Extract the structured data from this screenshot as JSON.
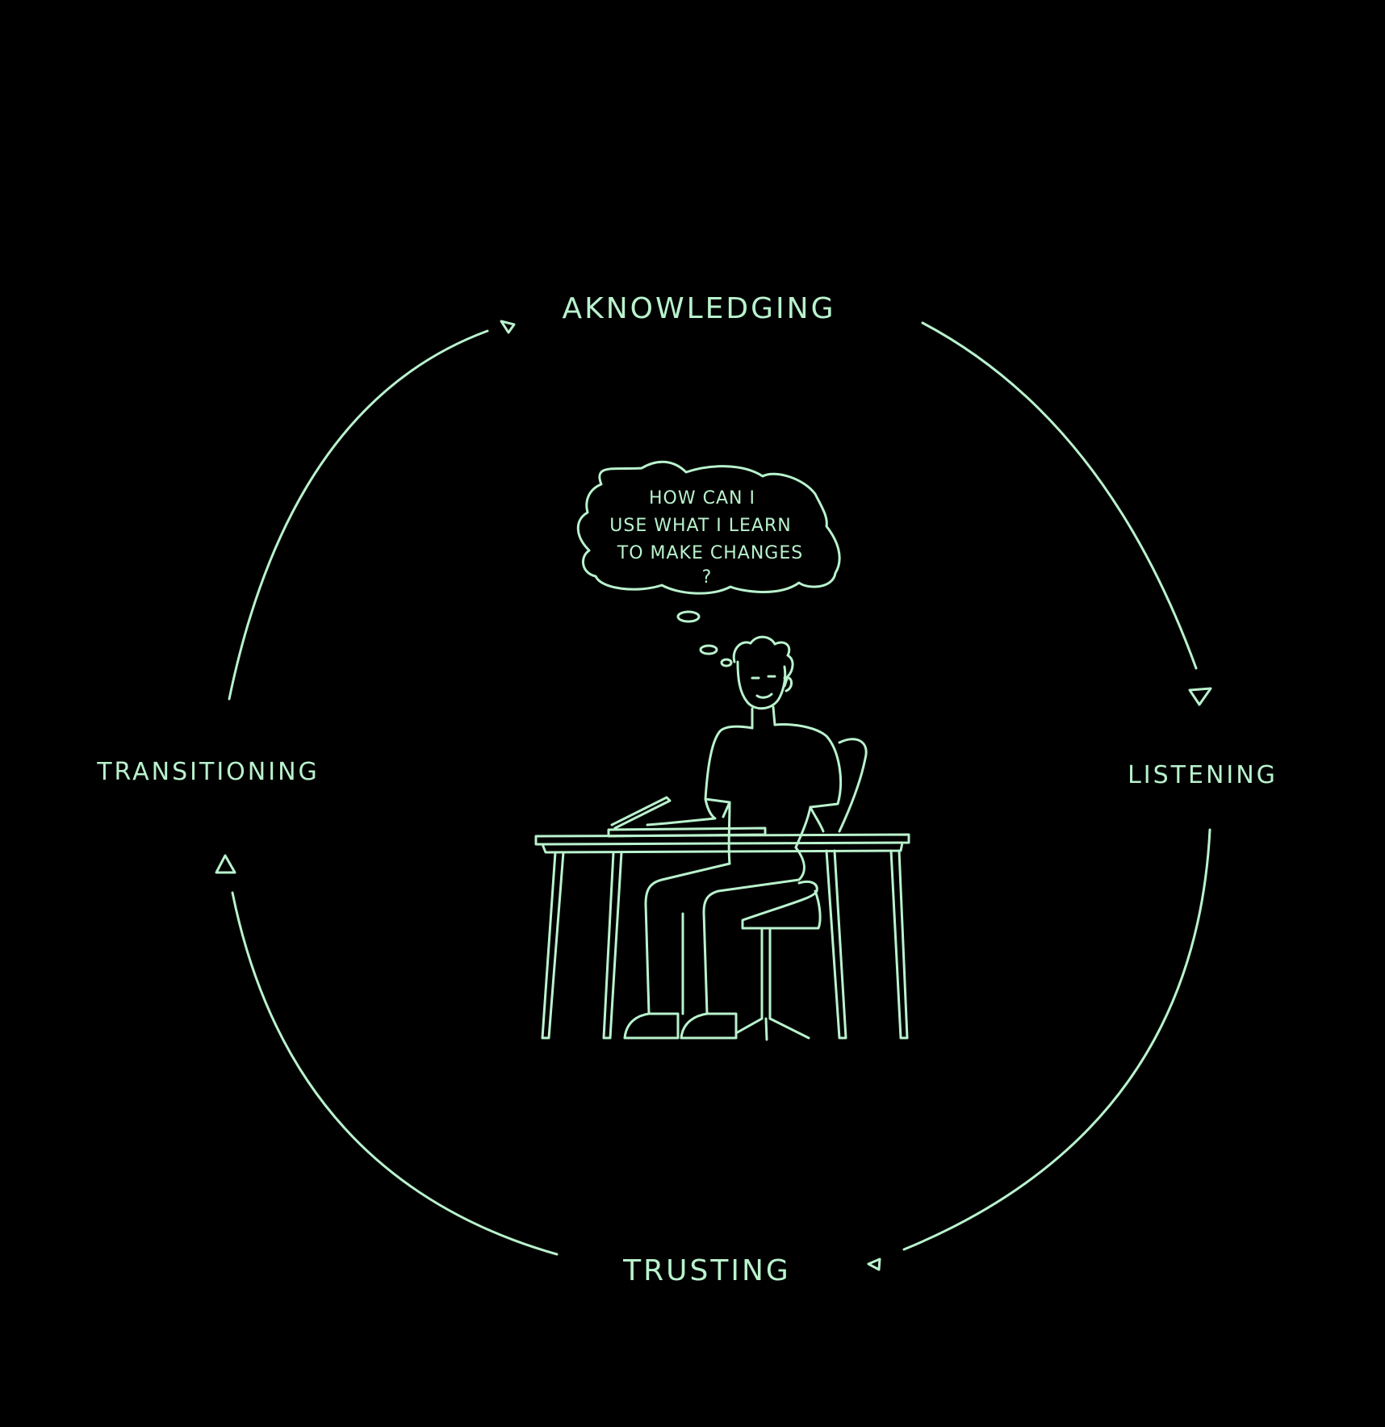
{
  "diagram": {
    "stages": {
      "top": "AKNOWLEDGING",
      "right": "LISTENING",
      "bottom": "TRUSTING",
      "left": "TRANSITIONING"
    },
    "thought_bubble": {
      "lines": [
        "HOW CAN I",
        "USE WHAT I LEARN",
        "TO MAKE CHANGES"
      ],
      "mark": "?"
    }
  },
  "colors": {
    "background": "#000000",
    "ink": "#b9f2cd"
  }
}
